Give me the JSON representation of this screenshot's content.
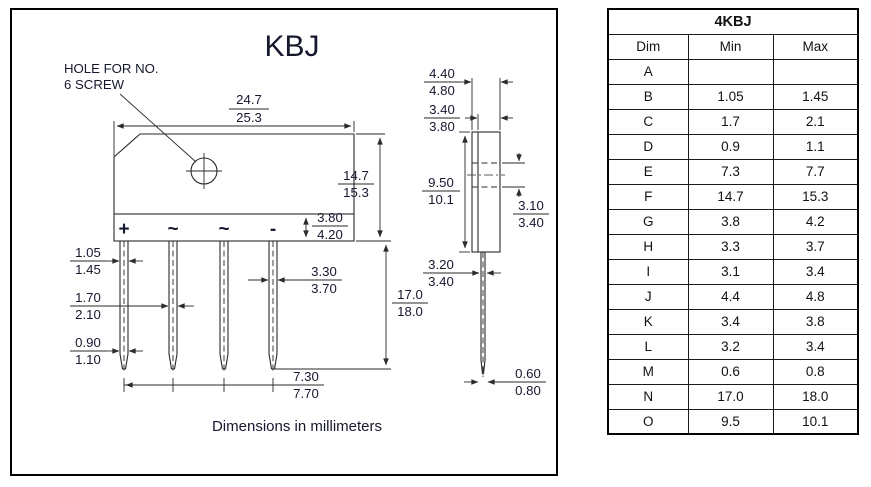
{
  "colors": {
    "background": "#ffffff",
    "line": "#2a2a2a",
    "text": "#16182e"
  },
  "drawing": {
    "title": "KBJ",
    "hole_note_line1": "HOLE FOR NO.",
    "hole_note_line2": "6 SCREW",
    "caption": "Dimensions in millimeters",
    "terminals": [
      "+",
      "~",
      "~",
      "-"
    ],
    "front_dims": {
      "body_width": {
        "min": "24.7",
        "max": "25.3"
      },
      "body_height": {
        "min": "14.7",
        "max": "15.3"
      },
      "strip_height": {
        "min": "3.80",
        "max": "4.20"
      },
      "lead_width_upper": {
        "min": "1.05",
        "max": "1.45"
      },
      "lead_width_mid": {
        "min": "1.70",
        "max": "2.10"
      },
      "lead_width_tip": {
        "min": "0.90",
        "max": "1.10"
      },
      "lead_edge_inset": {
        "min": "3.30",
        "max": "3.70"
      },
      "lead_length": {
        "min": "17.0",
        "max": "18.0"
      },
      "lead_pitch": {
        "min": "7.30",
        "max": "7.70"
      }
    },
    "side_dims": {
      "overall_thickness": {
        "min": "4.40",
        "max": "4.80"
      },
      "body_thickness": {
        "min": "3.40",
        "max": "3.80"
      },
      "hole_width": {
        "min": "3.10",
        "max": "3.40"
      },
      "body_depth": {
        "min": "9.50",
        "max": "10.1"
      },
      "lead_setback": {
        "min": "3.20",
        "max": "3.40"
      },
      "lead_thickness": {
        "min": "0.60",
        "max": "0.80"
      }
    }
  },
  "table": {
    "title": "4KBJ",
    "columns": [
      "Dim",
      "Min",
      "Max"
    ],
    "rows": [
      {
        "dim": "A",
        "min": "",
        "max": ""
      },
      {
        "dim": "B",
        "min": "1.05",
        "max": "1.45"
      },
      {
        "dim": "C",
        "min": "1.7",
        "max": "2.1"
      },
      {
        "dim": "D",
        "min": "0.9",
        "max": "1.1"
      },
      {
        "dim": "E",
        "min": "7.3",
        "max": "7.7"
      },
      {
        "dim": "F",
        "min": "14.7",
        "max": "15.3"
      },
      {
        "dim": "G",
        "min": "3.8",
        "max": "4.2"
      },
      {
        "dim": "H",
        "min": "3.3",
        "max": "3.7"
      },
      {
        "dim": "I",
        "min": "3.1",
        "max": "3.4"
      },
      {
        "dim": "J",
        "min": "4.4",
        "max": "4.8"
      },
      {
        "dim": "K",
        "min": "3.4",
        "max": "3.8"
      },
      {
        "dim": "L",
        "min": "3.2",
        "max": "3.4"
      },
      {
        "dim": "M",
        "min": "0.6",
        "max": "0.8"
      },
      {
        "dim": "N",
        "min": "17.0",
        "max": "18.0"
      },
      {
        "dim": "O",
        "min": "9.5",
        "max": "10.1"
      }
    ]
  }
}
